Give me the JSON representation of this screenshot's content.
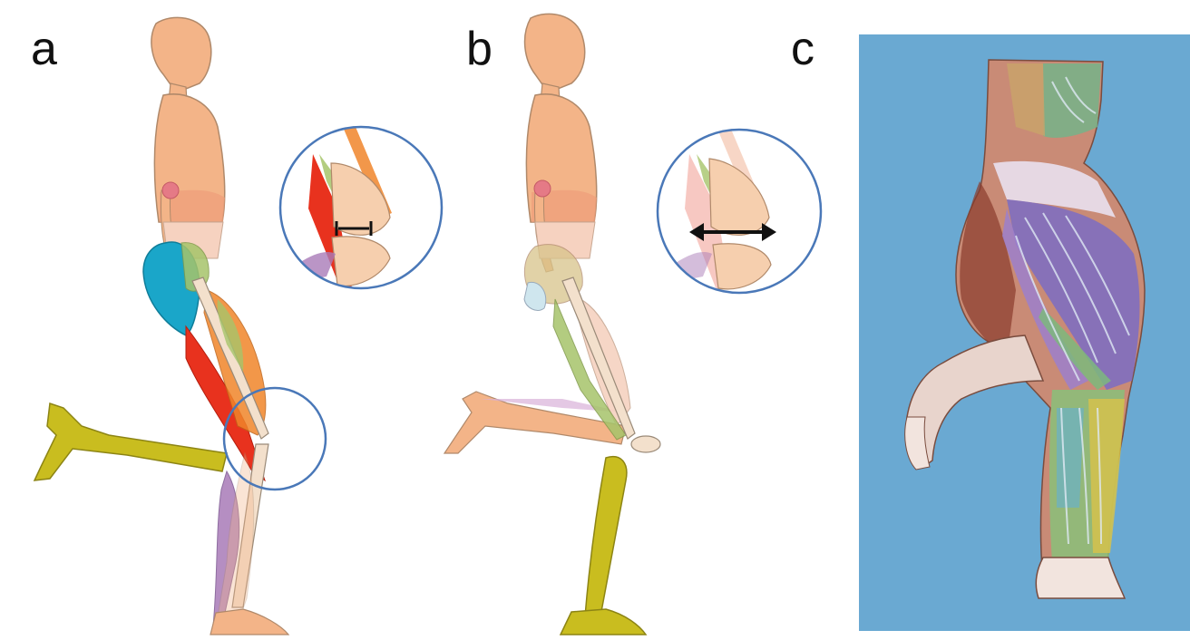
{
  "panels": [
    {
      "label": "a"
    },
    {
      "label": "b"
    },
    {
      "label": "c"
    }
  ],
  "colors": {
    "skin": "#f3b488",
    "skin_outline": "#b0896a",
    "bone_yellow": "#c9bd1f",
    "gluteus_blue": "#1aa6c9",
    "hamstring_red": "#e8321e",
    "muscle_orange": "#f0852a",
    "muscle_green": "#a6c46a",
    "calf_purple": "#a97bb8",
    "circle_stroke": "#4a78b8",
    "panel_c_bg": "#6aa9d2",
    "arrow": "#111111"
  }
}
